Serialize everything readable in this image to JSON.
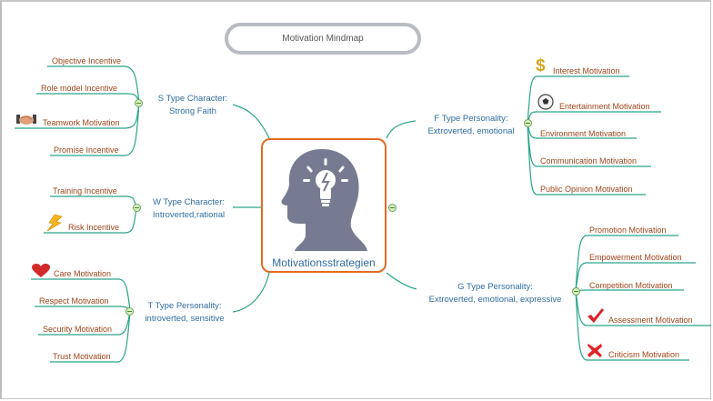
{
  "title": "Motivation Mindmap",
  "center": {
    "label": "Motivationsstrategien",
    "icon": "head-lightbulb-icon"
  },
  "colors": {
    "branch_line": "#2aa58a",
    "center_border": "#e36b25",
    "branch_text": "#2e6da4",
    "leaf_text": "#a0451a",
    "title_border": "#b9bcc2"
  },
  "branches": {
    "s": {
      "line1": "S  Type Character:",
      "line2": "Strong Faith",
      "leaves": [
        "Objective Incentive",
        "Role model Incentive",
        "Teamwork Motivation",
        "Promise Incentive"
      ]
    },
    "w": {
      "line1": "W  Type Character:",
      "line2": "Introverted,rational",
      "leaves": [
        "Training Incentive",
        "Risk Incentive"
      ]
    },
    "t": {
      "line1": "T Type Personality:",
      "line2": "introverted, sensitive",
      "leaves": [
        "Care Motivation",
        "Respect Motivation",
        "Security Motivation",
        "Trust Motivation"
      ]
    },
    "f": {
      "line1": "F Type Personality:",
      "line2": "Extroverted, emotional",
      "leaves": [
        "Interest Motivation",
        "Entertainment Motivation",
        "Environment Motivation",
        "Communication Motivation",
        "Public Opinion Motivation"
      ]
    },
    "g": {
      "line1": "G Type Personality:",
      "line2": "Extroverted, emotional, expressive",
      "leaves": [
        "Promotion Motivation",
        "Empowerment Motivation",
        "Competition Motivation",
        "Assessment Motivation",
        "Criticism Motivation"
      ]
    }
  },
  "leaf_icons": {
    "teamwork": "handshake-icon",
    "risk": "lightning-icon",
    "care": "heart-icon",
    "interest": "dollar-icon",
    "entertainment": "soccer-ball-icon",
    "assessment": "checkmark-icon",
    "criticism": "cross-icon"
  }
}
